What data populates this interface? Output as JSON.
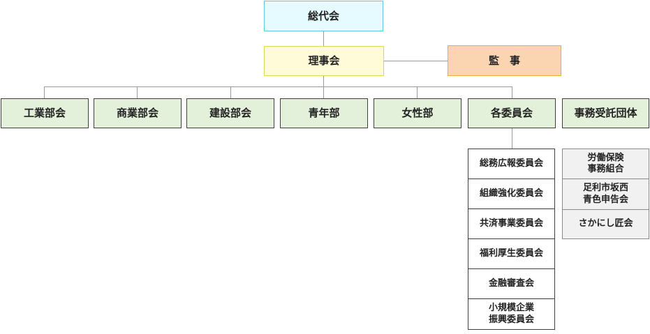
{
  "top": {
    "label": "総代会"
  },
  "board": {
    "label": "理事会"
  },
  "audit": {
    "label": "監　事"
  },
  "departments": [
    {
      "label": "工業部会"
    },
    {
      "label": "商業部会"
    },
    {
      "label": "建設部会"
    },
    {
      "label": "青年部"
    },
    {
      "label": "女性部"
    },
    {
      "label": "各委員会"
    },
    {
      "label": "事務受託団体"
    }
  ],
  "committees": [
    {
      "label": "総務広報委員会"
    },
    {
      "label": "組織強化委員会"
    },
    {
      "label": "共済事業委員会"
    },
    {
      "label": "福利厚生委員会"
    },
    {
      "label": "金融審査会"
    },
    {
      "label": "小規模企業\n振興委員会"
    }
  ],
  "entrusted": [
    {
      "label": "労働保険\n事務組合"
    },
    {
      "label": "足利市坂西\n青色申告会"
    },
    {
      "label": "さかにし匠会"
    }
  ]
}
